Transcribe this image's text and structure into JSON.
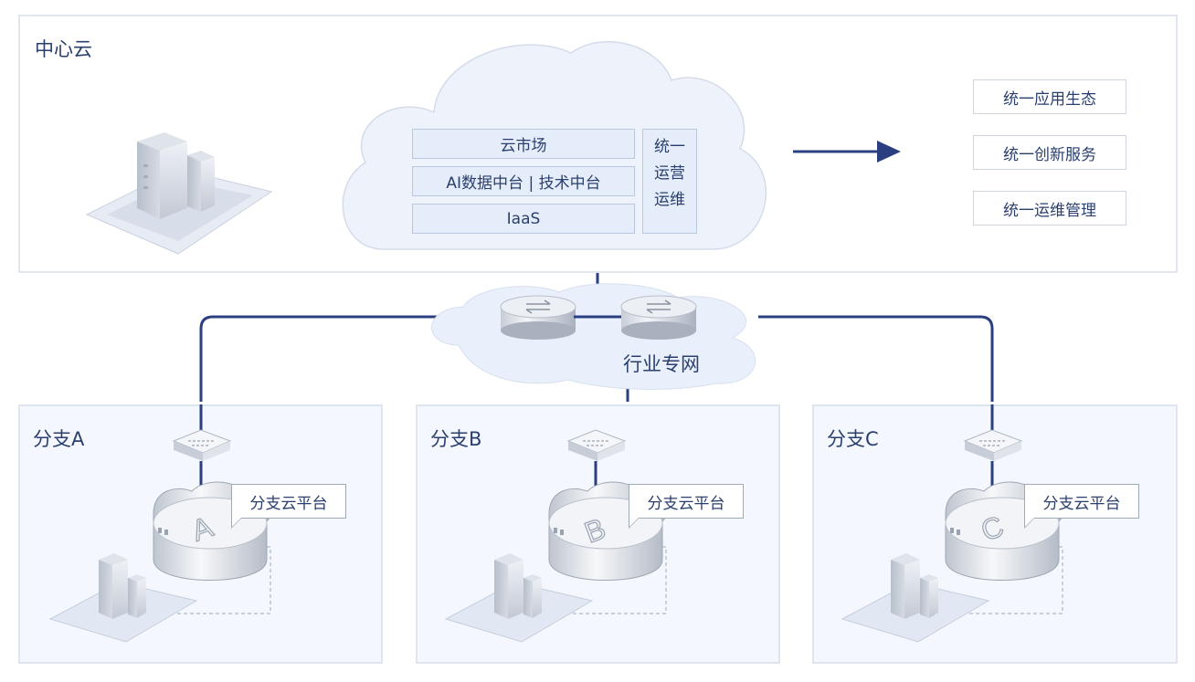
{
  "center": {
    "title": "中心云",
    "stack": [
      "云市场",
      "AI数据中台 | 技术中台",
      "IaaS"
    ],
    "ops_lines": [
      "统一",
      "运营",
      "运维"
    ],
    "unify_items": [
      "统一应用生态",
      "统一创新服务",
      "统一运维管理"
    ]
  },
  "network": {
    "label": "行业专网"
  },
  "branches": [
    {
      "title": "分支A",
      "callout": "分支云平台",
      "letter": "A"
    },
    {
      "title": "分支B",
      "callout": "分支云平台",
      "letter": "B"
    },
    {
      "title": "分支C",
      "callout": "分支云平台",
      "letter": "C"
    }
  ],
  "colors": {
    "line": "#2b3f80",
    "panel_border": "#e2e6ee",
    "branch_bg": "#f4f8fe",
    "cloud_fill": "#eef3fb"
  }
}
